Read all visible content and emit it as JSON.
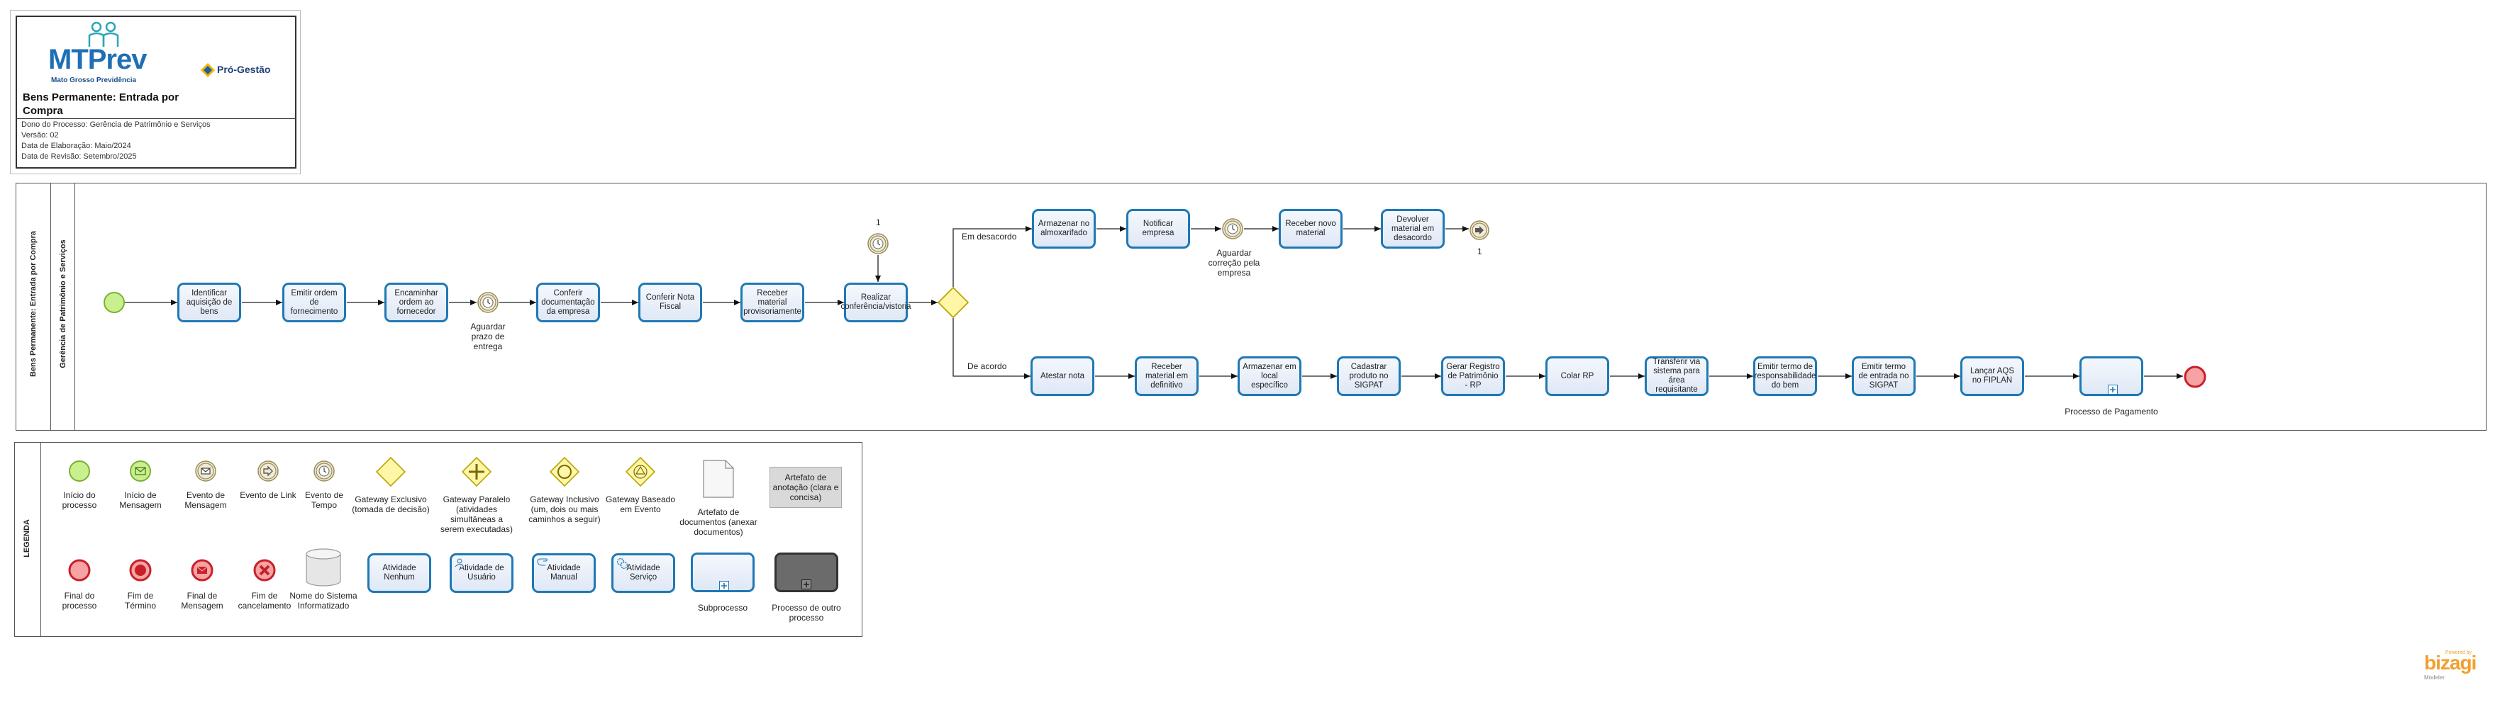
{
  "header": {
    "logo_primary": "MTPrev",
    "logo_sub": "Mato Grosso Previdência",
    "logo_secondary": "Pró-Gestão",
    "process_title": "Bens Permanente: Entrada por Compra",
    "owner": "Dono do Processo: Gerência de Patrimônio  e Serviços",
    "version": "Versão: 02",
    "created": "Data de Elaboração: Maio/2024",
    "revised": "Data de Revisão: Setembro/2025"
  },
  "pool": {
    "name": "Bens Permanente: Entrada por Compra",
    "lane": "Gerência de Patrimônio e Serviços"
  },
  "tasks": {
    "t1": "Identificar aquisição de bens",
    "t2": "Emitir ordem de fornecimento",
    "t3": "Encaminhar ordem ao fornecedor",
    "t4": "Conferir documentação da empresa",
    "t5": "Conferir Nota Fiscal",
    "t6": "Receber material provisoriamente",
    "t7": "Realizar conferência/vistoria",
    "t8": "Armazenar no almoxarifado",
    "t9": "Notificar empresa",
    "t10": "Receber novo material",
    "t11": "Devolver material em desacordo",
    "t12": "Atestar nota",
    "t13": "Receber material em definitivo",
    "t14": "Armazenar em local específico",
    "t15": "Cadastrar produto no SIGPAT",
    "t16": "Gerar Registro de Patrimônio - RP",
    "t17": "Colar RP",
    "t18": "Transferir via sistema para área requisitante",
    "t19": "Emitir termo de responsabilidade do bem",
    "t20": "Emitir termo de entrada no SIGPAT",
    "t21": "Lançar AQS no FIPLAN",
    "t22": "Processo de Pagamento"
  },
  "events": {
    "timer1": "Aguardar prazo de entrega",
    "timer2": "Aguardar correção pela empresa",
    "link_in": "1",
    "link_out": "1"
  },
  "flows": {
    "desacordo": "Em desacordo",
    "acordo": "De acordo"
  },
  "legend": {
    "title": "LEGENDA",
    "items": {
      "start": "Início do processo",
      "msg_start": "Início de Mensagem",
      "msg_event": "Evento de Mensagem",
      "link_event": "Evento de Link",
      "timer_event": "Evento de Tempo",
      "xor": "Gateway  Exclusivo (tomada de decisão)",
      "parallel": "Gateway  Paralelo (atividades simultâneas a serem executadas)",
      "inclusive": "Gateway  Inclusivo (um, dois ou mais caminhos a seguir)",
      "event_gw": "Gateway Baseado em Evento",
      "artifact": "Artefato de documentos (anexar documentos)",
      "annotation": "Artefato de anotação (clara e concisa)",
      "end": "Final do processo",
      "terminate": "Fim de Término",
      "msg_end": "Final de Mensagem",
      "cancel": "Fim de cancelamento",
      "database": "Nome do Sistema Informatizado",
      "act_none": "Atividade Nenhum",
      "act_user": "Atividade de Usuário",
      "act_manual": "Atividade Manual",
      "act_service": "Atividade Serviço",
      "subprocess": "Subprocesso",
      "other_process": "Processo de outro processo"
    }
  },
  "footer": {
    "powered": "Powered by",
    "brand": "bizagi",
    "product": "Modeler"
  },
  "colors": {
    "task_border": "#1f78b4",
    "start_fill": "#c9f08e",
    "end_fill": "#f5a3a3",
    "end_border": "#c8202a",
    "gateway_fill": "#fff6a8"
  }
}
